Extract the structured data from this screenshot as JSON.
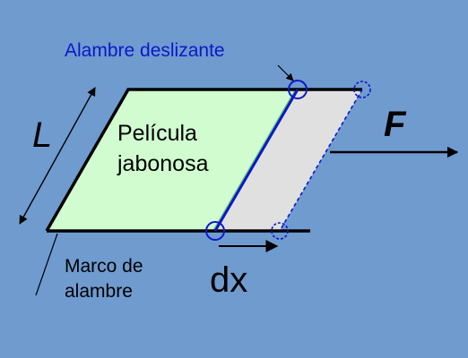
{
  "labels": {
    "sliding_wire": "Alambre deslizante",
    "film_line1": "Película",
    "film_line2": "jabonosa",
    "length": "L",
    "force": "F",
    "frame_line1": "Marco de",
    "frame_line2": "alambre",
    "displacement": "dx"
  },
  "colors": {
    "background": "#6f9bcf",
    "soap_film": "#d0fcd0",
    "swept_area": "#e0e0e0",
    "sliding_wire": "#0c18c8",
    "frame": "#000000"
  }
}
